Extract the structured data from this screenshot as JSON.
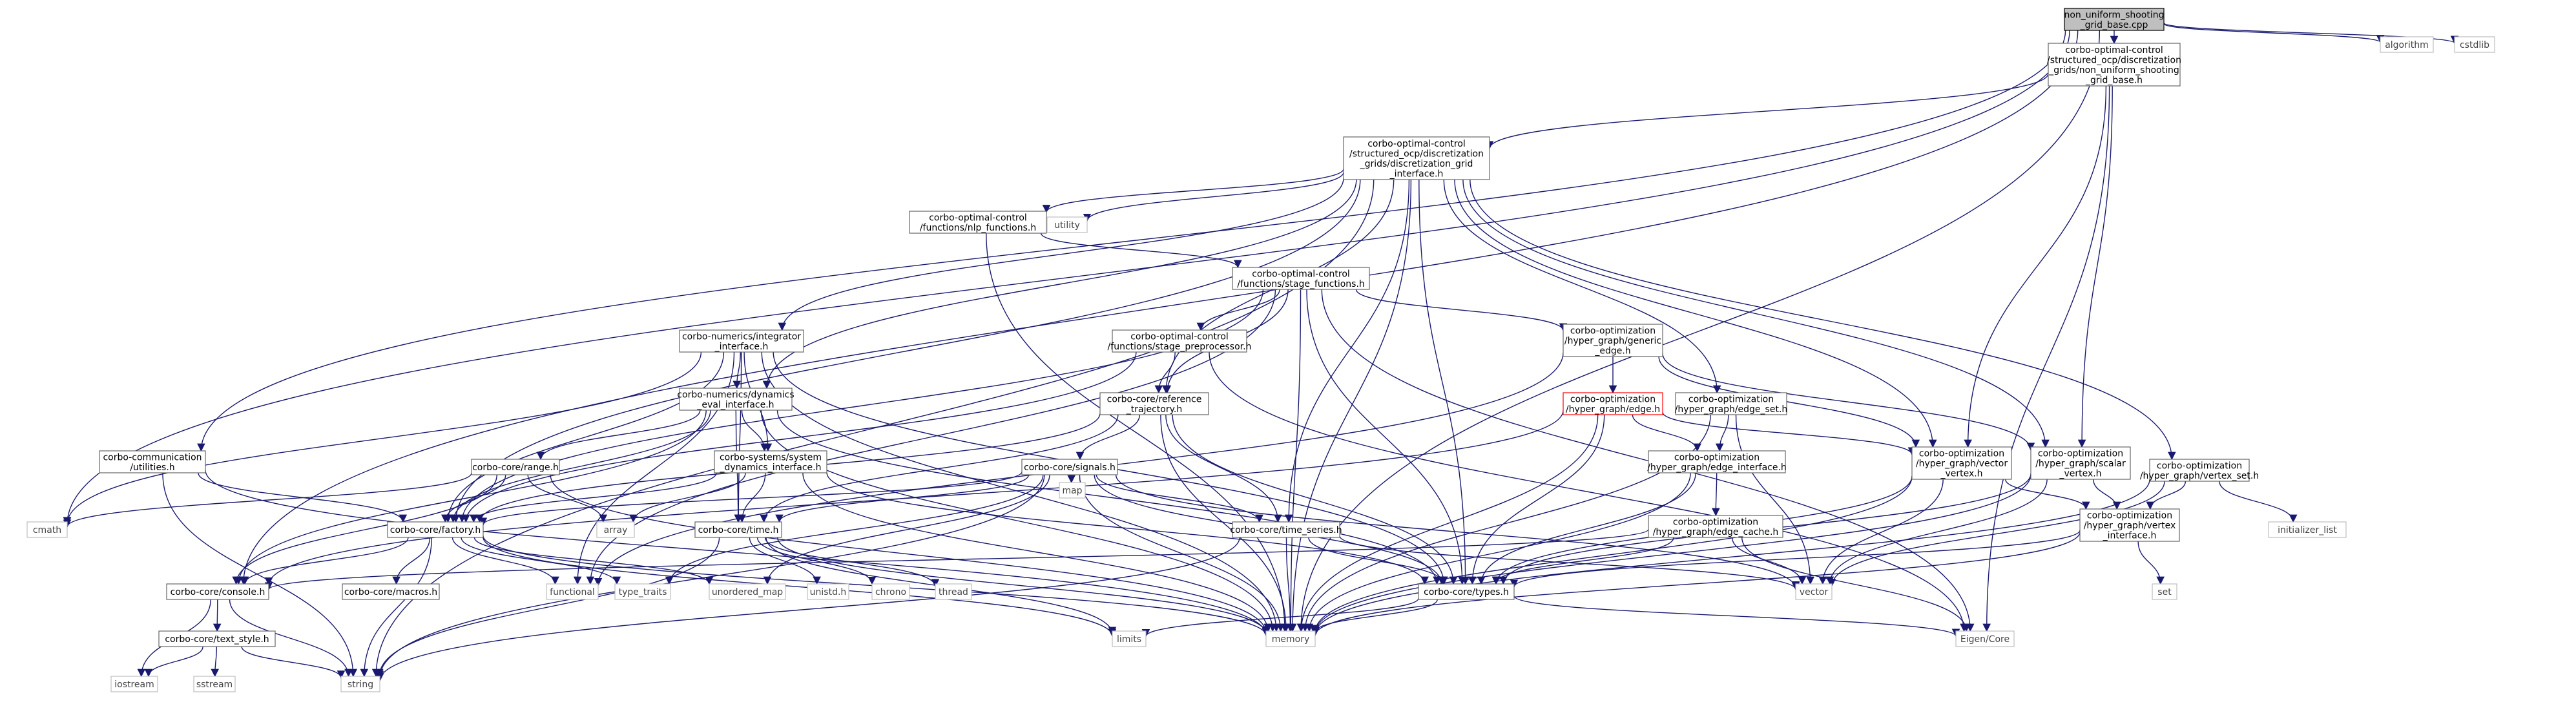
{
  "graph": {
    "colors": {
      "edge": "#191970",
      "node_border": "#666666",
      "root_fill": "#bfbfbf",
      "highlight_border": "#ff0000"
    },
    "nodes": [
      {
        "id": "root",
        "lines": [
          "non_uniform_shooting",
          "_grid_base.cpp"
        ],
        "style": "root"
      },
      {
        "id": "nug",
        "lines": [
          "corbo-optimal-control",
          "/structured_ocp/discretization",
          "_grids/non_uniform_shooting",
          "_grid_base.h"
        ],
        "style": "box"
      },
      {
        "id": "algorithm",
        "lines": [
          "algorithm"
        ],
        "style": "plain"
      },
      {
        "id": "cstdlib",
        "lines": [
          "cstdlib"
        ],
        "style": "plain"
      },
      {
        "id": "dgi",
        "lines": [
          "corbo-optimal-control",
          "/structured_ocp/discretization",
          "_grids/discretization_grid",
          "_interface.h"
        ],
        "style": "box"
      },
      {
        "id": "nlp",
        "lines": [
          "corbo-optimal-control",
          "/functions/nlp_functions.h"
        ],
        "style": "box"
      },
      {
        "id": "utility",
        "lines": [
          "utility"
        ],
        "style": "plain"
      },
      {
        "id": "stagef",
        "lines": [
          "corbo-optimal-control",
          "/functions/stage_functions.h"
        ],
        "style": "box"
      },
      {
        "id": "integ",
        "lines": [
          "corbo-numerics/integrator",
          "_interface.h"
        ],
        "style": "box"
      },
      {
        "id": "stagep",
        "lines": [
          "corbo-optimal-control",
          "/functions/stage_preprocessor.h"
        ],
        "style": "box"
      },
      {
        "id": "generic",
        "lines": [
          "corbo-optimization",
          "/hyper_graph/generic",
          "_edge.h"
        ],
        "style": "box"
      },
      {
        "id": "reftraj",
        "lines": [
          "corbo-core/reference",
          "_trajectory.h"
        ],
        "style": "box"
      },
      {
        "id": "edge",
        "lines": [
          "corbo-optimization",
          "/hyper_graph/edge.h"
        ],
        "style": "red"
      },
      {
        "id": "edgeset",
        "lines": [
          "corbo-optimization",
          "/hyper_graph/edge_set.h"
        ],
        "style": "box"
      },
      {
        "id": "dyneval",
        "lines": [
          "corbo-numerics/dynamics",
          "_eval_interface.h"
        ],
        "style": "box"
      },
      {
        "id": "comm",
        "lines": [
          "corbo-communication",
          "/utilities.h"
        ],
        "style": "box"
      },
      {
        "id": "range",
        "lines": [
          "corbo-core/range.h"
        ],
        "style": "box"
      },
      {
        "id": "sysdyn",
        "lines": [
          "corbo-systems/system",
          "_dynamics_interface.h"
        ],
        "style": "box"
      },
      {
        "id": "signals",
        "lines": [
          "corbo-core/signals.h"
        ],
        "style": "box"
      },
      {
        "id": "map",
        "lines": [
          "map"
        ],
        "style": "plain"
      },
      {
        "id": "edgeif",
        "lines": [
          "corbo-optimization",
          "/hyper_graph/edge_interface.h"
        ],
        "style": "box"
      },
      {
        "id": "vvertex",
        "lines": [
          "corbo-optimization",
          "/hyper_graph/vector",
          "_vertex.h"
        ],
        "style": "box"
      },
      {
        "id": "svertex",
        "lines": [
          "corbo-optimization",
          "/hyper_graph/scalar",
          "_vertex.h"
        ],
        "style": "box"
      },
      {
        "id": "vset",
        "lines": [
          "corbo-optimization",
          "/hyper_graph/vertex_set.h"
        ],
        "style": "box"
      },
      {
        "id": "initlist",
        "lines": [
          "initializer_list"
        ],
        "style": "plain"
      },
      {
        "id": "cmath",
        "lines": [
          "cmath"
        ],
        "style": "plain"
      },
      {
        "id": "array",
        "lines": [
          "array"
        ],
        "style": "plain"
      },
      {
        "id": "factory",
        "lines": [
          "corbo-core/factory.h"
        ],
        "style": "box"
      },
      {
        "id": "time",
        "lines": [
          "corbo-core/time.h"
        ],
        "style": "box"
      },
      {
        "id": "timeseries",
        "lines": [
          "corbo-core/time_series.h"
        ],
        "style": "box"
      },
      {
        "id": "ecache",
        "lines": [
          "corbo-optimization",
          "/hyper_graph/edge_cache.h"
        ],
        "style": "box"
      },
      {
        "id": "vinterface",
        "lines": [
          "corbo-optimization",
          "/hyper_graph/vertex",
          "_interface.h"
        ],
        "style": "box"
      },
      {
        "id": "console",
        "lines": [
          "corbo-core/console.h"
        ],
        "style": "box"
      },
      {
        "id": "macros",
        "lines": [
          "corbo-core/macros.h"
        ],
        "style": "box"
      },
      {
        "id": "functional",
        "lines": [
          "functional"
        ],
        "style": "plain"
      },
      {
        "id": "typetraits",
        "lines": [
          "type_traits"
        ],
        "style": "plain"
      },
      {
        "id": "umap",
        "lines": [
          "unordered_map"
        ],
        "style": "plain"
      },
      {
        "id": "unistd",
        "lines": [
          "unistd.h"
        ],
        "style": "plain"
      },
      {
        "id": "chrono",
        "lines": [
          "chrono"
        ],
        "style": "plain"
      },
      {
        "id": "thread",
        "lines": [
          "thread"
        ],
        "style": "plain"
      },
      {
        "id": "types",
        "lines": [
          "corbo-core/types.h"
        ],
        "style": "box"
      },
      {
        "id": "vector",
        "lines": [
          "vector"
        ],
        "style": "plain"
      },
      {
        "id": "set",
        "lines": [
          "set"
        ],
        "style": "plain"
      },
      {
        "id": "textstyle",
        "lines": [
          "corbo-core/text_style.h"
        ],
        "style": "box"
      },
      {
        "id": "limits",
        "lines": [
          "limits"
        ],
        "style": "plain"
      },
      {
        "id": "memory",
        "lines": [
          "memory"
        ],
        "style": "plain"
      },
      {
        "id": "eigen",
        "lines": [
          "Eigen/Core"
        ],
        "style": "plain"
      },
      {
        "id": "iostream",
        "lines": [
          "iostream"
        ],
        "style": "plain"
      },
      {
        "id": "sstream",
        "lines": [
          "sstream"
        ],
        "style": "plain"
      },
      {
        "id": "string",
        "lines": [
          "string"
        ],
        "style": "plain"
      }
    ],
    "edges": [
      [
        "root",
        "nug"
      ],
      [
        "root",
        "algorithm"
      ],
      [
        "root",
        "cstdlib"
      ],
      [
        "root",
        "cmath"
      ],
      [
        "root",
        "comm"
      ],
      [
        "root",
        "console"
      ],
      [
        "root",
        "memory"
      ],
      [
        "nug",
        "dgi"
      ],
      [
        "nug",
        "vvertex"
      ],
      [
        "nug",
        "svertex"
      ],
      [
        "nug",
        "eigen"
      ],
      [
        "dgi",
        "nlp"
      ],
      [
        "dgi",
        "utility"
      ],
      [
        "dgi",
        "integ"
      ],
      [
        "dgi",
        "reftraj"
      ],
      [
        "dgi",
        "timeseries"
      ],
      [
        "dgi",
        "edgeset"
      ],
      [
        "dgi",
        "vset"
      ],
      [
        "dgi",
        "vvertex"
      ],
      [
        "dgi",
        "svertex"
      ],
      [
        "dgi",
        "factory"
      ],
      [
        "dgi",
        "dyneval"
      ],
      [
        "dgi",
        "types"
      ],
      [
        "dgi",
        "memory"
      ],
      [
        "dgi",
        "string"
      ],
      [
        "nlp",
        "stagef"
      ],
      [
        "nlp",
        "memory"
      ],
      [
        "stagef",
        "stagep"
      ],
      [
        "stagef",
        "generic"
      ],
      [
        "stagef",
        "reftraj"
      ],
      [
        "stagef",
        "factory"
      ],
      [
        "stagef",
        "types"
      ],
      [
        "stagef",
        "memory"
      ],
      [
        "stagef",
        "eigen"
      ],
      [
        "stagef",
        "functional"
      ],
      [
        "stagep",
        "reftraj"
      ],
      [
        "stagep",
        "factory"
      ],
      [
        "stagep",
        "eigen"
      ],
      [
        "generic",
        "edge"
      ],
      [
        "generic",
        "vvertex"
      ],
      [
        "generic",
        "svertex"
      ],
      [
        "generic",
        "functional"
      ],
      [
        "edge",
        "edgeif"
      ],
      [
        "edge",
        "vvertex"
      ],
      [
        "edge",
        "types"
      ],
      [
        "edge",
        "memory"
      ],
      [
        "edge",
        "console"
      ],
      [
        "edgeset",
        "edgeif"
      ],
      [
        "edgeset",
        "vector"
      ],
      [
        "edgeset",
        "memory"
      ],
      [
        "integ",
        "dyneval"
      ],
      [
        "integ",
        "sysdyn"
      ],
      [
        "integ",
        "time"
      ],
      [
        "integ",
        "factory"
      ],
      [
        "integ",
        "types"
      ],
      [
        "integ",
        "memory"
      ],
      [
        "integ",
        "cmath"
      ],
      [
        "integ",
        "functional"
      ],
      [
        "reftraj",
        "signals"
      ],
      [
        "reftraj",
        "timeseries"
      ],
      [
        "reftraj",
        "time"
      ],
      [
        "reftraj",
        "types"
      ],
      [
        "reftraj",
        "factory"
      ],
      [
        "reftraj",
        "memory"
      ],
      [
        "dyneval",
        "range"
      ],
      [
        "dyneval",
        "sysdyn"
      ],
      [
        "dyneval",
        "time"
      ],
      [
        "dyneval",
        "factory"
      ],
      [
        "dyneval",
        "types"
      ],
      [
        "dyneval",
        "memory"
      ],
      [
        "dyneval",
        "console"
      ],
      [
        "comm",
        "factory"
      ],
      [
        "comm",
        "memory"
      ],
      [
        "comm",
        "string"
      ],
      [
        "range",
        "array"
      ],
      [
        "range",
        "cmath"
      ],
      [
        "range",
        "factory"
      ],
      [
        "range",
        "console"
      ],
      [
        "range",
        "memory"
      ],
      [
        "sysdyn",
        "factory"
      ],
      [
        "sysdyn",
        "time"
      ],
      [
        "sysdyn",
        "types"
      ],
      [
        "sysdyn",
        "memory"
      ],
      [
        "sysdyn",
        "array"
      ],
      [
        "signals",
        "time"
      ],
      [
        "signals",
        "timeseries"
      ],
      [
        "signals",
        "types"
      ],
      [
        "signals",
        "factory"
      ],
      [
        "signals",
        "map"
      ],
      [
        "signals",
        "umap"
      ],
      [
        "signals",
        "memory"
      ],
      [
        "signals",
        "string"
      ],
      [
        "signals",
        "vector"
      ],
      [
        "signals",
        "typetraits"
      ],
      [
        "edgeif",
        "ecache"
      ],
      [
        "edgeif",
        "types"
      ],
      [
        "edgeif",
        "memory"
      ],
      [
        "vvertex",
        "vinterface"
      ],
      [
        "vvertex",
        "types"
      ],
      [
        "vvertex",
        "memory"
      ],
      [
        "vvertex",
        "vector"
      ],
      [
        "svertex",
        "vinterface"
      ],
      [
        "svertex",
        "types"
      ],
      [
        "svertex",
        "vector"
      ],
      [
        "svertex",
        "memory"
      ],
      [
        "vset",
        "vinterface"
      ],
      [
        "vset",
        "initlist"
      ],
      [
        "vset",
        "vector"
      ],
      [
        "vset",
        "memory"
      ],
      [
        "factory",
        "console"
      ],
      [
        "factory",
        "macros"
      ],
      [
        "factory",
        "functional"
      ],
      [
        "factory",
        "typetraits"
      ],
      [
        "factory",
        "umap"
      ],
      [
        "factory",
        "memory"
      ],
      [
        "factory",
        "string"
      ],
      [
        "factory",
        "limits"
      ],
      [
        "time",
        "unistd"
      ],
      [
        "time",
        "chrono"
      ],
      [
        "time",
        "thread"
      ],
      [
        "time",
        "memory"
      ],
      [
        "time",
        "string"
      ],
      [
        "time",
        "limits"
      ],
      [
        "timeseries",
        "types"
      ],
      [
        "timeseries",
        "vector"
      ],
      [
        "timeseries",
        "memory"
      ],
      [
        "timeseries",
        "string"
      ],
      [
        "ecache",
        "types"
      ],
      [
        "ecache",
        "vector"
      ],
      [
        "ecache",
        "eigen"
      ],
      [
        "ecache",
        "console"
      ],
      [
        "vinterface",
        "types"
      ],
      [
        "vinterface",
        "set"
      ],
      [
        "vinterface",
        "memory"
      ],
      [
        "console",
        "textstyle"
      ],
      [
        "console",
        "iostream"
      ],
      [
        "console",
        "string"
      ],
      [
        "textstyle",
        "iostream"
      ],
      [
        "textstyle",
        "sstream"
      ],
      [
        "textstyle",
        "string"
      ],
      [
        "types",
        "eigen"
      ],
      [
        "types",
        "memory"
      ],
      [
        "types",
        "limits"
      ]
    ]
  }
}
